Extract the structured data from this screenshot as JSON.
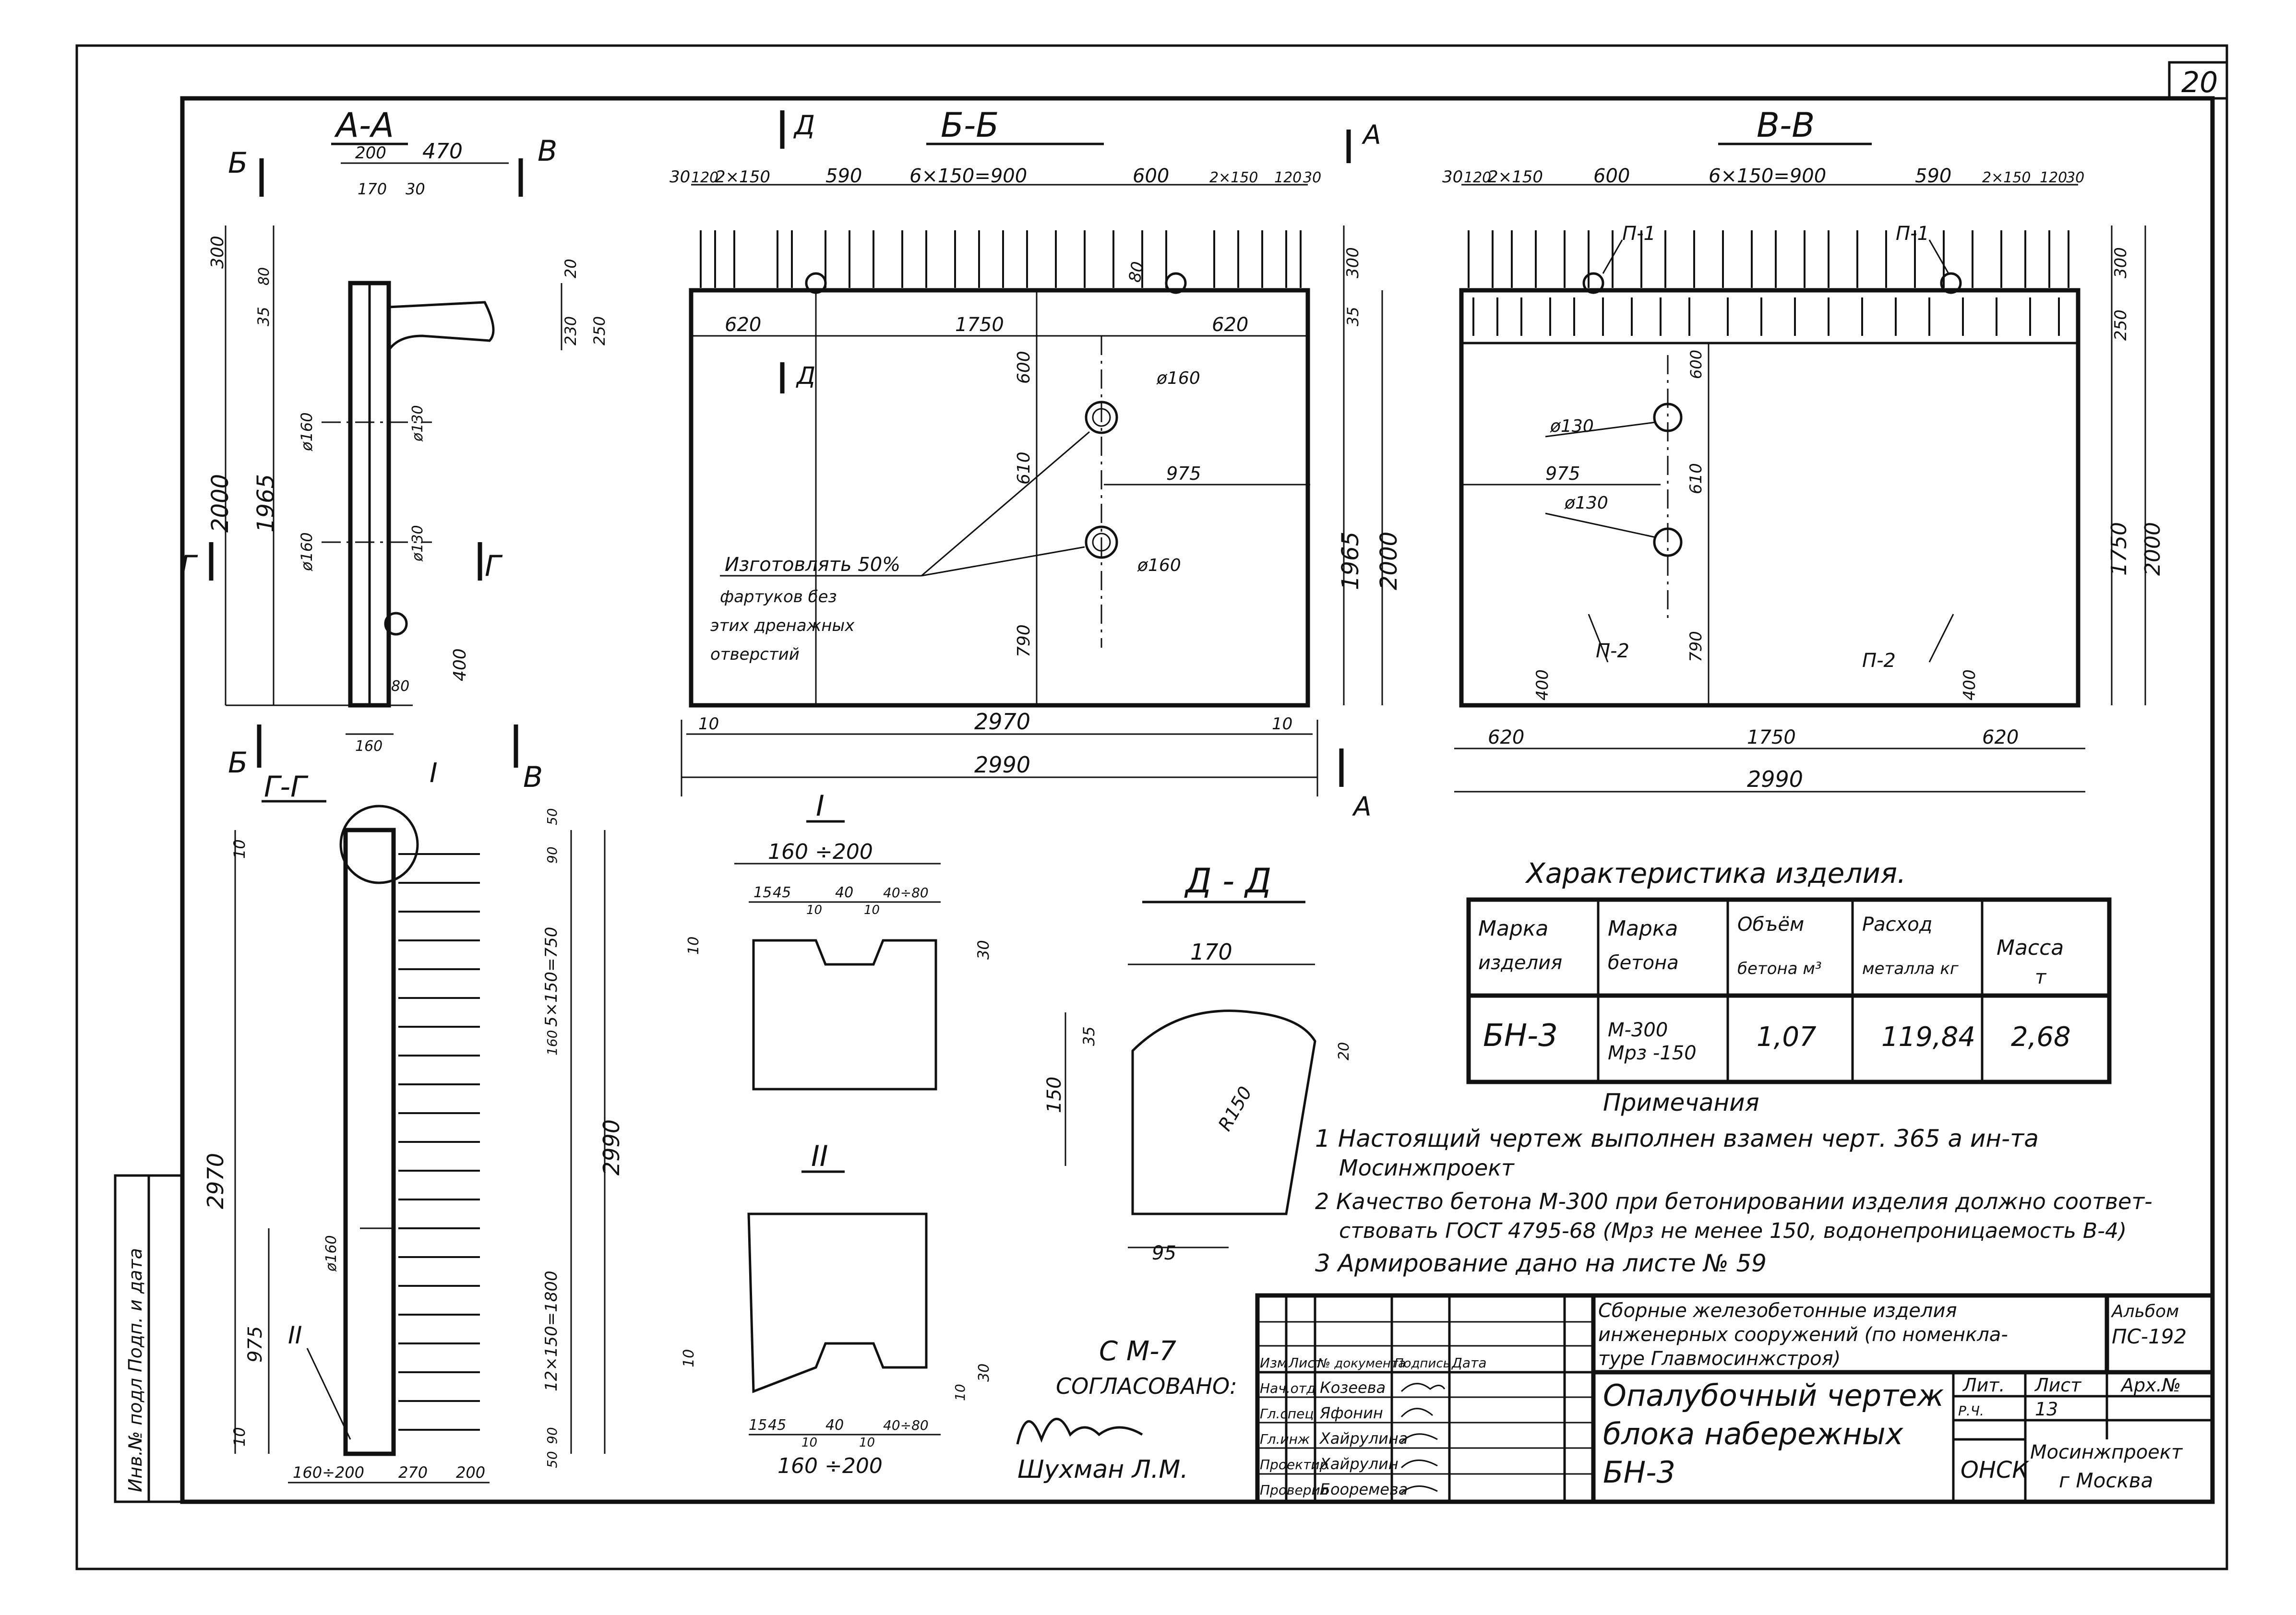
{
  "sheet_number": "20",
  "sections": {
    "aa": {
      "title": "А-А",
      "cut_left": "Б",
      "cut_right": "В",
      "cut_bottom": "Г",
      "dims": [
        "200",
        "470",
        "170",
        "30",
        "300",
        "80",
        "35",
        "20",
        "230",
        "250",
        "2000",
        "1965",
        "ø160",
        "ø130",
        "ø160",
        "ø130",
        "400",
        "80",
        "160"
      ]
    },
    "bb": {
      "title": "Б-Б",
      "cut_mark": "Д",
      "cut_mark_right": "А",
      "top_dims": [
        "30",
        "120",
        "2×150",
        "590",
        "6×150=900",
        "600",
        "2×150",
        "120",
        "30"
      ],
      "dims": [
        "620",
        "1750",
        "620",
        "80",
        "300",
        "35",
        "600",
        "610",
        "790",
        "975",
        "1965",
        "2000",
        "ø160",
        "ø160",
        "10",
        "2970",
        "10",
        "2990"
      ],
      "note": [
        "Изготовлять 50%",
        "фартуков без",
        "этих дренажных",
        "отверстий"
      ]
    },
    "vv": {
      "title": "В-В",
      "top_dims": [
        "30",
        "120",
        "2×150",
        "600",
        "6×150=900",
        "590",
        "2×150",
        "120",
        "30"
      ],
      "dims": [
        "П-1",
        "П-1",
        "300",
        "250",
        "ø130",
        "ø130",
        "975",
        "600",
        "610",
        "790",
        "1750",
        "2000",
        "400",
        "П-2",
        "П-2",
        "400",
        "620",
        "1750",
        "620",
        "2990"
      ]
    },
    "gg": {
      "title": "Г-Г",
      "detail_1": "I",
      "detail_2": "II",
      "dims": [
        "10",
        "2970",
        "975",
        "10",
        "ø160",
        "50",
        "90",
        "5×150=750",
        "160",
        "12×150=1800",
        "90",
        "50",
        "2990",
        "160÷200",
        "270",
        "200"
      ]
    },
    "d1": {
      "title": "I",
      "dims": [
        "160 ÷200",
        "15",
        "45",
        "40",
        "40÷80",
        "10",
        "10",
        "10",
        "30"
      ]
    },
    "d2": {
      "title": "II",
      "dims": [
        "10",
        "30",
        "10",
        "15",
        "45",
        "40",
        "40÷80",
        "10",
        "10",
        "160 ÷200"
      ]
    },
    "dd": {
      "title": "Д - Д",
      "dims": [
        "170",
        "35",
        "20",
        "150",
        "R150",
        "95"
      ]
    }
  },
  "characteristics": {
    "title": "Характеристика изделия.",
    "headers": [
      [
        "Марка",
        "изделия"
      ],
      [
        "Марка",
        "бетона"
      ],
      [
        "Объём",
        "бетона м³"
      ],
      [
        "Расход",
        "металла кг"
      ],
      [
        "Масса",
        "т"
      ]
    ],
    "row": [
      "БН-3",
      "М-300\nМрз -150",
      "1,07",
      "119,84",
      "2,68"
    ]
  },
  "notes": {
    "title": "Примечания",
    "items": [
      "1 Настоящий чертеж выполнен взамен черт. 365 а ин-та",
      "Мосинжпроект",
      "2 Качество бетона М-300 при бетонировании изделия должно соответ-",
      "ствовать ГОСТ 4795-68 (Мрз не менее 150, водонепроницаемость В-4)",
      "3 Армирование дано на листе № 59"
    ]
  },
  "approval": {
    "line1": "С  М-7",
    "line2": "СОГЛАСОВАНО:",
    "name": "Шухман Л.М."
  },
  "side_stamp": "Инв.№ подл  Подп. и дата",
  "title_block": {
    "album_header": "Сборные железобетонные изделия инженерных сооружений (по номенкла-туре Главмосинжстроя)",
    "album_header_lines": [
      "Сборные железобетонные изделия",
      "инженерных сооружений (по номенкла-",
      "туре Главмосинжстроя)"
    ],
    "album": "Альбом ПС-192",
    "album_lines": [
      "Альбом",
      "ПС-192"
    ],
    "drawing_title": [
      "Опалубочный чертеж",
      "блока набережных",
      "БН-3"
    ],
    "columns": [
      "Изм",
      "Лист",
      "№ документа",
      "Подпись",
      "Дата"
    ],
    "roles": [
      {
        "role": "Нач.отд",
        "name": "Козеева"
      },
      {
        "role": "Гл.спец",
        "name": "Яфонин"
      },
      {
        "role": "Гл.инж",
        "name": "Хайрулина"
      },
      {
        "role": "Проектир",
        "name": "Хайрулин"
      },
      {
        "role": "Проверил",
        "name": "Бооремева"
      }
    ],
    "lit_label": "Лит.",
    "sheet_label": "Лист",
    "arch_label": "Арх.№",
    "lit_value": "Р.Ч.",
    "sheet_value": "13",
    "dept": "ОНСК",
    "org": [
      "Мосинжпроект",
      "г Москва"
    ]
  }
}
